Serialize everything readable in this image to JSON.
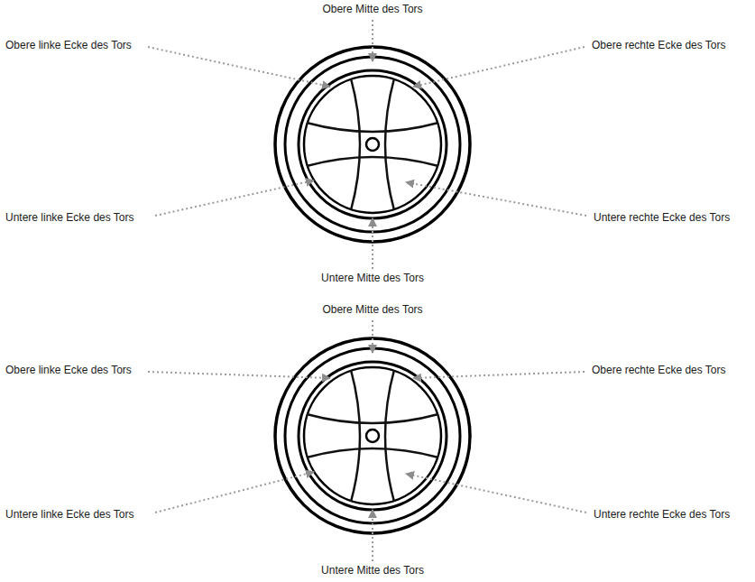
{
  "diagram": {
    "labels": [
      "Obere Mitte des Tors",
      "Obere linke Ecke des Tors",
      "Obere rechte Ecke des Tors",
      "Untere linke Ecke des Tors",
      "Untere rechte Ecke des Tors",
      "Untere Mitte des Tors",
      "Obere Mitte des Tors",
      "Obere linke Ecke des Tors",
      "Obere rechte Ecke des Tors",
      "Untere linke Ecke des Tors",
      "Untere rechte Ecke des Tors",
      "Untere Mitte des Tors"
    ]
  }
}
